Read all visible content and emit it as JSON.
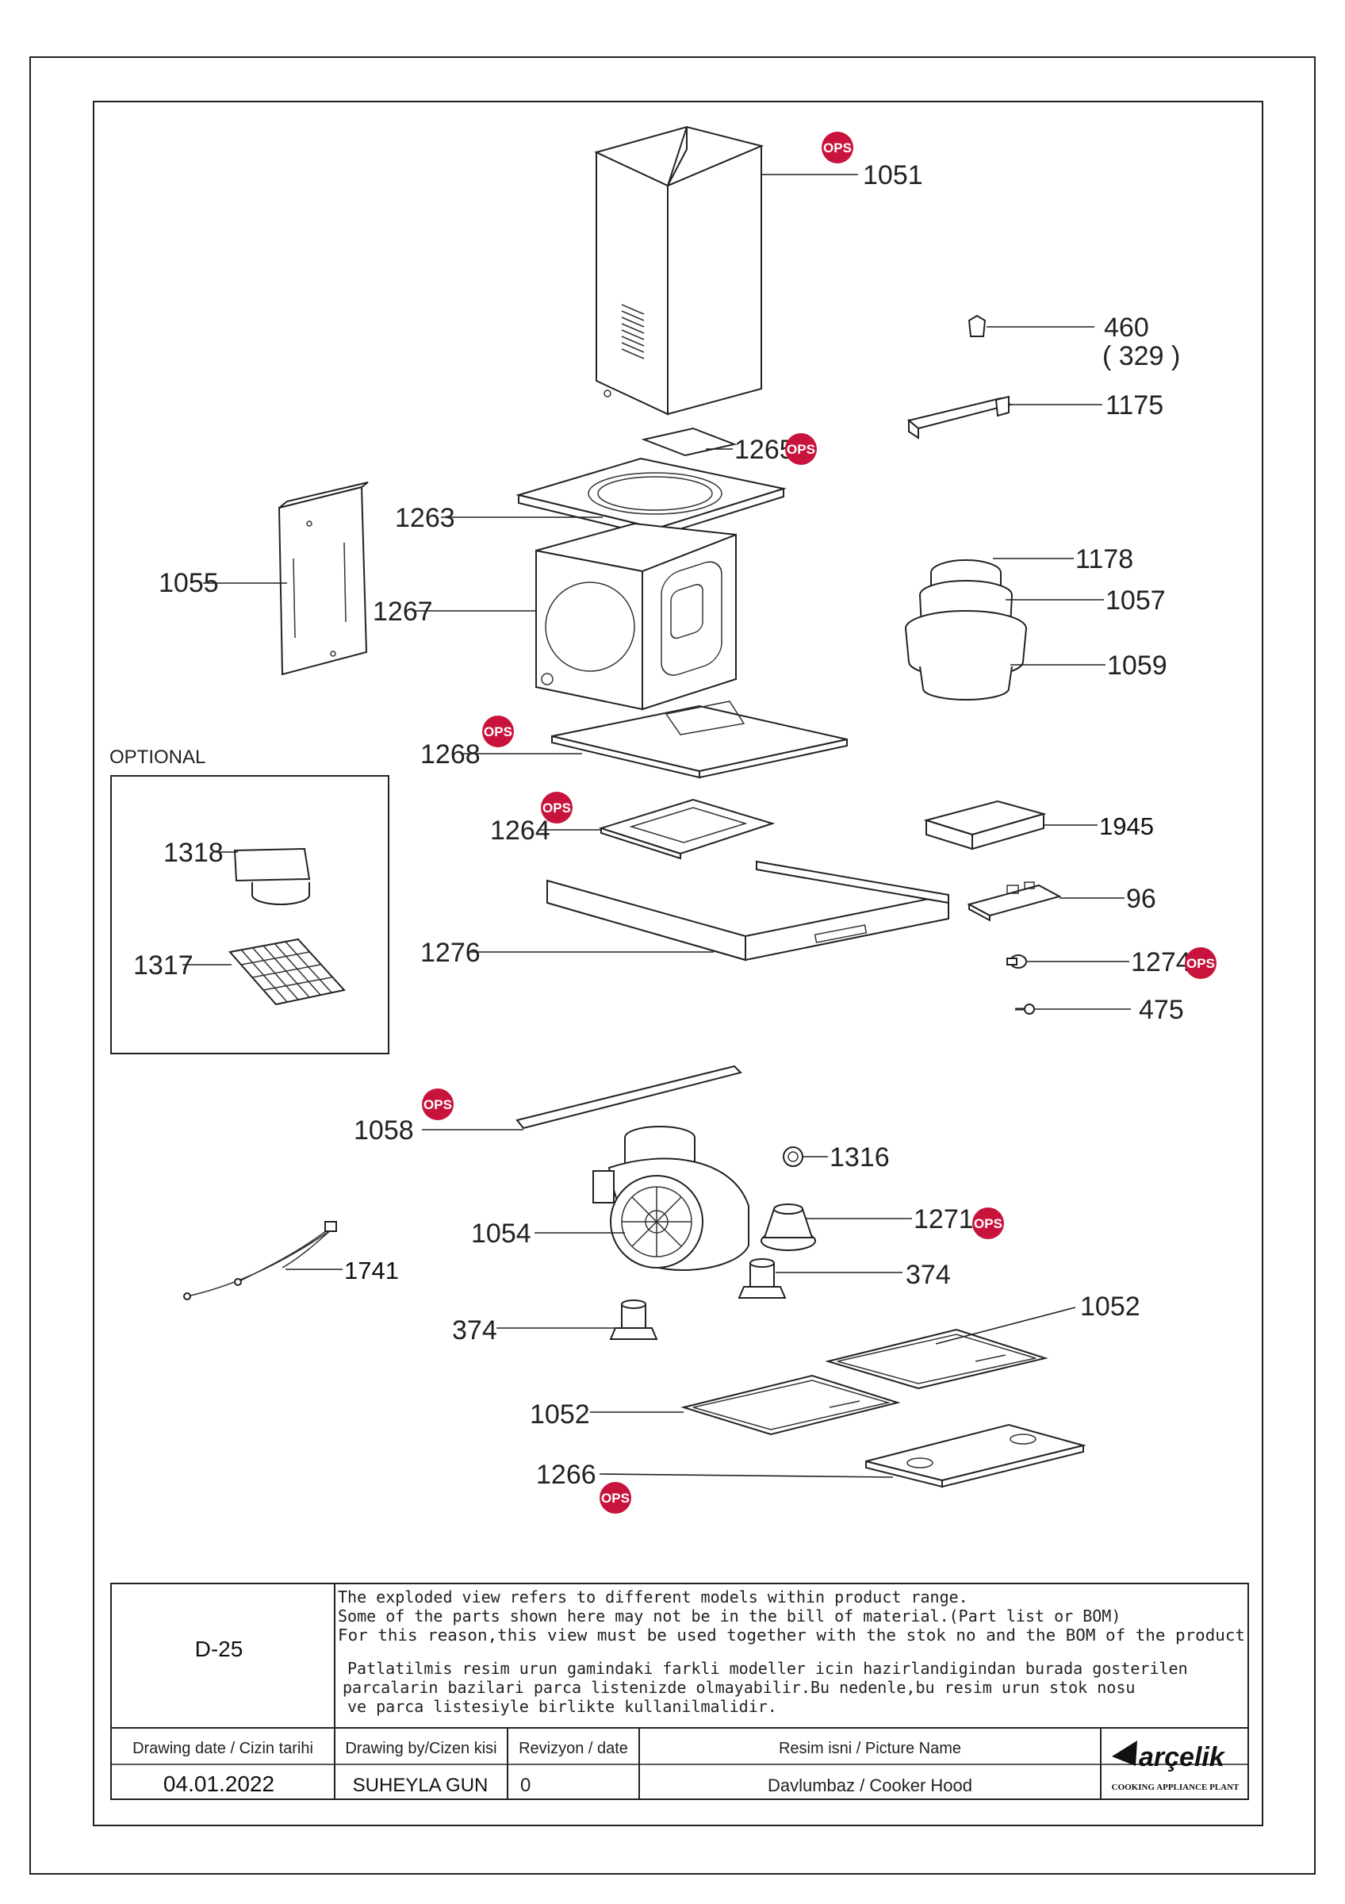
{
  "optional_label": "OPTIONAL",
  "ops_badge": "OPS",
  "callouts": {
    "p1051": "1051",
    "p460": "460",
    "p329": "( 329 )",
    "p1175": "1175",
    "p1265": "1265",
    "p1263": "1263",
    "p1055": "1055",
    "p1267": "1267",
    "p1178": "1178",
    "p1057": "1057",
    "p1059": "1059",
    "p1268": "1268",
    "p1318": "1318",
    "p1264": "1264",
    "p1945": "1945",
    "p96": "96",
    "p1317": "1317",
    "p1276": "1276",
    "p1274": "1274",
    "p475": "475",
    "p1058": "1058",
    "p1316": "1316",
    "p1271": "1271",
    "p1054": "1054",
    "p1741": "1741",
    "p374a": "374",
    "p374b": "374",
    "p1052a": "1052",
    "p1052b": "1052",
    "p1266": "1266"
  },
  "title_block": {
    "drawing_code": "D-25",
    "note_en_1": "The exploded view refers to different models within product range.",
    "note_en_2": "Some of the parts shown here may not be in the bill of material.(Part list or BOM)",
    "note_en_3": "For this reason,this view must be used together with the stok no and the BOM of the product",
    "note_tr_1": "Patlatilmis resim urun gamindaki farkli modeller icin hazirlandigindan burada gosterilen",
    "note_tr_2": "parcalarin bazilari parca listenizde olmayabilir.Bu nedenle,bu resim urun stok nosu",
    "note_tr_3": "ve parca listesiyle birlikte kullanilmalidir.",
    "date_header": "Drawing date / Cizin tarihi",
    "by_header": "Drawing by/Cizen kisi",
    "rev_header": "Revizyon / date",
    "name_header": "Resim isni / Picture Name",
    "date_value": "04.01.2022",
    "by_value": "SUHEYLA GUN",
    "rev_value": "0",
    "name_value": "Davlumbaz /  Cooker Hood",
    "brand": "arçelik",
    "plant": "COOKING APPLIANCE PLANT"
  },
  "colors": {
    "ops_badge": "#c8143c",
    "line": "#222222"
  }
}
